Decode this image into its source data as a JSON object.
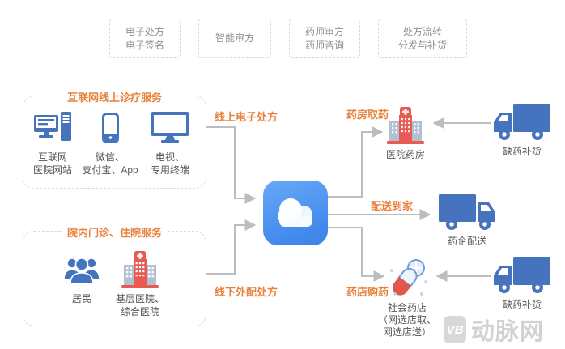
{
  "top_row": {
    "items": [
      {
        "label": "电子处方\n电子签名"
      },
      {
        "label": "智能审方"
      },
      {
        "label": "药师审方\n药师咨询"
      },
      {
        "label": "处方流转\n分发与补货"
      }
    ]
  },
  "online_group": {
    "title": "互联网线上诊疗服务",
    "items": [
      {
        "icon": "desktop-computer-icon",
        "label": "互联网\n医院网站"
      },
      {
        "icon": "smartphone-icon",
        "label": "微信、\n支付宝、App"
      },
      {
        "icon": "tv-terminal-icon",
        "label": "电视、\n专用终端"
      }
    ]
  },
  "offline_group": {
    "title": "院内门诊、住院服务",
    "items": [
      {
        "icon": "residents-icon",
        "label": "居民"
      },
      {
        "icon": "hospital-icon",
        "label": "基层医院、\n综合医院"
      }
    ]
  },
  "hub": {
    "icon": "cloud-platform-icon"
  },
  "flows": {
    "online_rx": "线上电子处方",
    "offline_rx": "线下外配处方",
    "pharmacy_pickup": "药房取药",
    "home_delivery": "配送到家",
    "store_purchase": "药店购药"
  },
  "destinations": {
    "hospital_pharmacy": {
      "icon": "hospital-pharmacy-icon",
      "label": "医院药房"
    },
    "restock_top": {
      "icon": "truck-icon",
      "label": "缺药补货"
    },
    "enterprise_delivery": {
      "icon": "truck-icon",
      "label": "药企配送"
    },
    "social_pharmacy": {
      "icon": "pills-icon",
      "label": "社会药店\n（网选店取、\n网选店送）"
    },
    "restock_bottom": {
      "icon": "truck-icon",
      "label": "缺药补货"
    }
  },
  "watermark": {
    "monogram": "VB",
    "brand": "动脉网"
  },
  "colors": {
    "accent_orange": "#E8813C",
    "icon_blue": "#4673BE",
    "cloud_blue": "#4E96F1",
    "hospital_red": "#E85A52",
    "wing_gray": "#B3C0D3",
    "line_gray": "#BDBDBD",
    "text_gray": "#555555"
  }
}
